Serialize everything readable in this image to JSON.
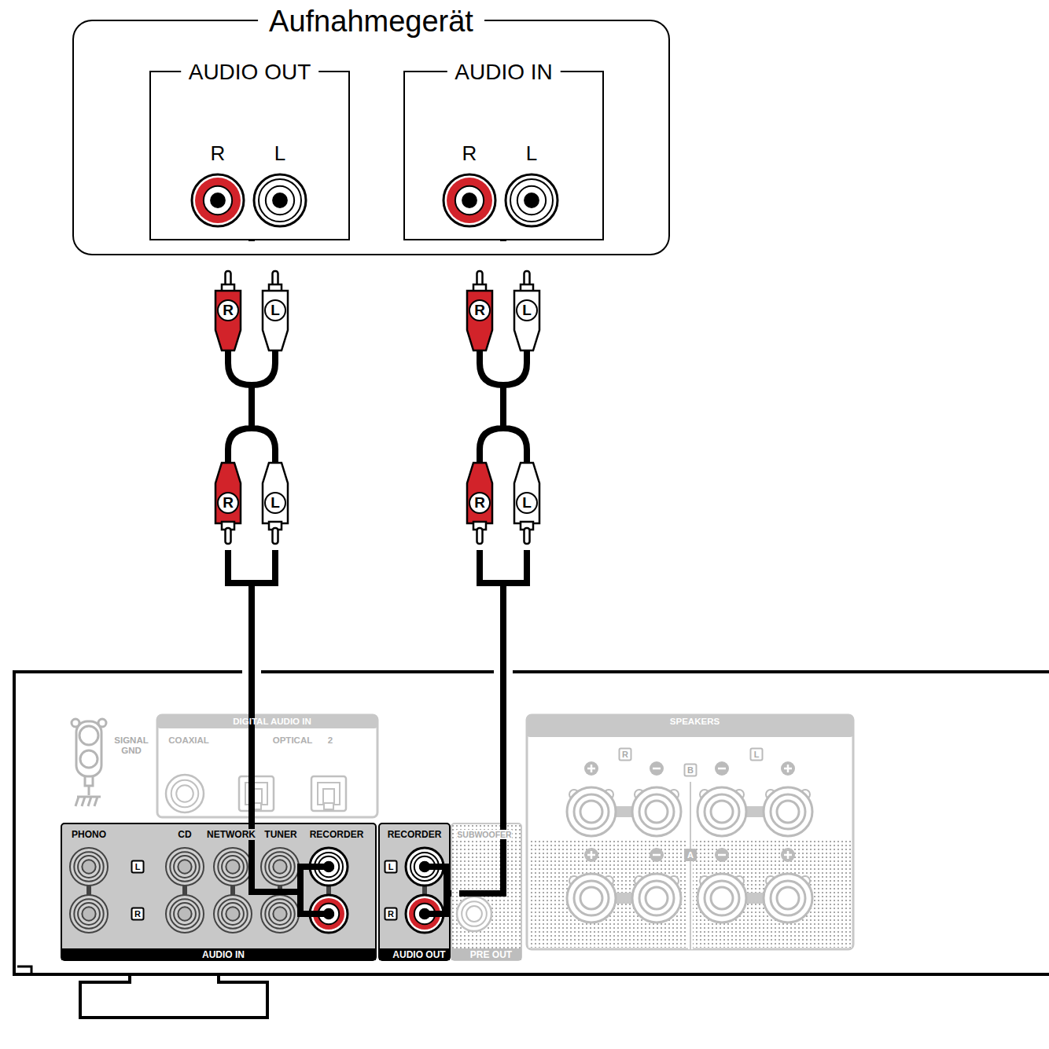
{
  "diagram": {
    "nodes": [
      {
        "text": [
          "Aufnahmegerät"
        ]
      },
      {
        "text": [
          "AUDIO OUT"
        ],
        "in": 0
      },
      {
        "text": [
          "AUDIO IN"
        ],
        "in": 0
      },
      {
        "text": [
          "DIGITAL AUDIO IN"
        ]
      },
      {
        "text": [
          "AUDIO IN"
        ]
      },
      {
        "text": [
          "AUDIO OUT"
        ]
      },
      {
        "text": [
          "PRE OUT"
        ]
      },
      {
        "text": [
          "SPEAKERS"
        ]
      }
    ],
    "edges": [
      {
        "from": 1,
        "to": 4,
        "arrow": "none"
      },
      {
        "from": 2,
        "to": 5,
        "arrow": "none"
      }
    ],
    "labels": [
      "R",
      "L",
      "R",
      "L",
      "R",
      "L",
      "R",
      "L",
      "R",
      "L",
      "R",
      "L",
      "SIGNAL GND",
      "COAXIAL",
      "OPTICAL",
      "2",
      "R",
      "B",
      "L",
      "A",
      "PHONO",
      "CD",
      "NETWORK",
      "TUNER",
      "RECORDER",
      "L",
      "R",
      "RECORDER",
      "L",
      "R",
      "SUBWOOFER"
    ]
  }
}
